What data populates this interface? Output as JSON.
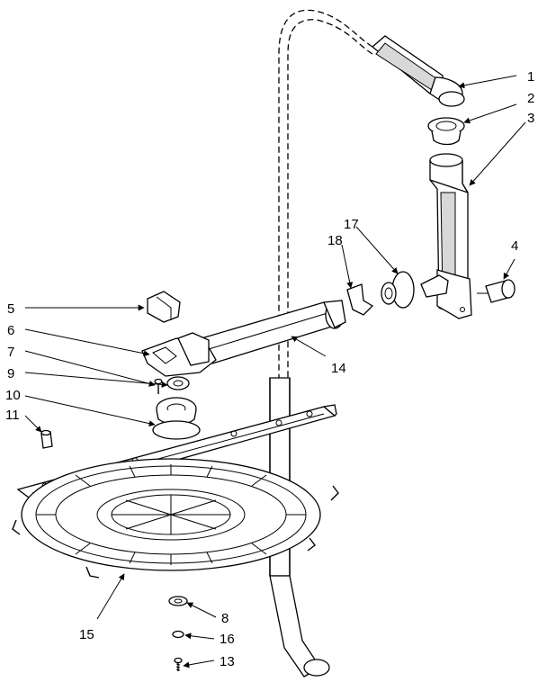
{
  "callouts": {
    "c1": "1",
    "c2": "2",
    "c3": "3",
    "c4": "4",
    "c5": "5",
    "c6": "6",
    "c7": "7",
    "c8": "8",
    "c9": "9",
    "c10": "10",
    "c11": "11",
    "c13": "13",
    "c14": "14",
    "c15": "15",
    "c16": "16",
    "c17": "17",
    "c18": "18"
  }
}
